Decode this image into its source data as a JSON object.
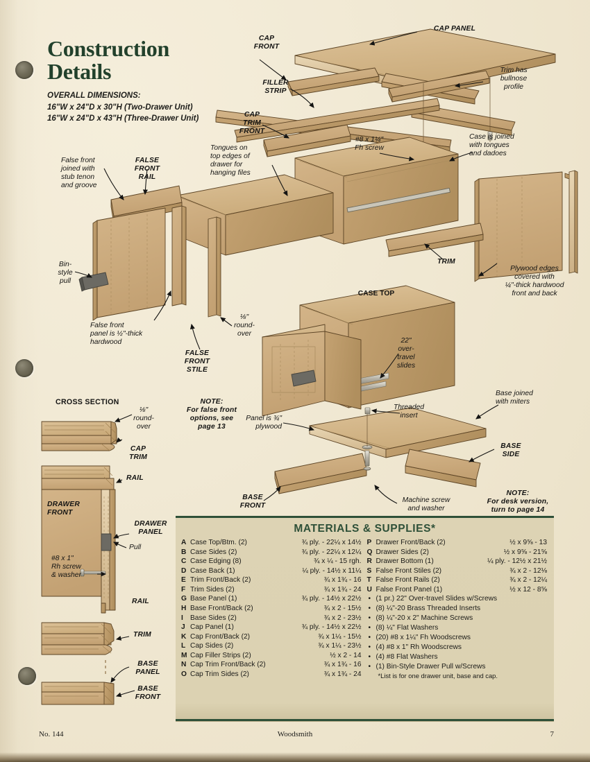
{
  "page": {
    "title_line1": "Construction",
    "title_line2": "Details",
    "dims_heading": "OVERALL DIMENSIONS:",
    "dims_line1": "16\"W x 24\"D x 30\"H (Two-Drawer Unit)",
    "dims_line2": "16\"W x 24\"D x 43\"H (Three-Drawer Unit)"
  },
  "footer": {
    "issue": "No. 144",
    "magazine": "Woodsmith",
    "page_number": "7"
  },
  "callouts": {
    "cap_panel": "CAP PANEL",
    "cap_front": "CAP\nFRONT",
    "filler_strip": "FILLER\nSTRIP",
    "cap_trim_front": "CAP\nTRIM\nFRONT",
    "trim_bullnose": "Trim has\nbullnose\nprofile",
    "fh_screw": "#8 x 1¼\"\nFh screw",
    "case_joined": "Case is joined\nwith tongues\nand dadoes",
    "tongues": "Tongues on\ntop edges of\ndrawer for\nhanging files",
    "false_front_joined": "False front\njoined with\nstub tenon\nand groove",
    "false_front_rail": "FALSE\nFRONT\nRAIL",
    "trim": "TRIM",
    "plywood_edges": "Plywood edges\ncovered with\n¼\"-thick hardwood\nfront and back",
    "bin_style_pull": "Bin-\nstyle\npull",
    "false_front_panel": "False front\npanel is ½\"-thick\nhardwood",
    "false_front_stile": "FALSE\nFRONT\nSTILE",
    "roundover_mid": "⅛\"\nround-\nover",
    "case_top": "CASE TOP",
    "overtravel_slides": "22\"\nover-\ntravel\nslides",
    "threaded_insert": "Threaded\ninsert",
    "base_joined": "Base joined\nwith miters",
    "base_side": "BASE\nSIDE",
    "panel_plywood": "Panel is ¾\"\nplywood",
    "base_front": "BASE\nFRONT",
    "machine_screw": "Machine screw\nand washer",
    "note_desk": "NOTE:\nFor desk version,\nturn to page 14",
    "cross_section": "CROSS SECTION",
    "note_false_front": "NOTE:\nFor false front\noptions, see\npage 13",
    "roundover_cs": "⅛\"\nround-\nover",
    "cap_trim": "CAP\nTRIM",
    "rail_1": "RAIL",
    "drawer_front": "DRAWER\nFRONT",
    "drawer_panel": "DRAWER\nPANEL",
    "rh_screw": "#8 x 1\"\nRh screw\n& washer",
    "pull": "Pull",
    "rail_2": "RAIL",
    "trim_cs": "TRIM",
    "base_panel_cs": "BASE\nPANEL",
    "base_front_cs": "BASE\nFRONT"
  },
  "materials": {
    "title": "MATERIALS & SUPPLIES*",
    "left": [
      {
        "key": "A",
        "name": "Case Top/Btm. (2)",
        "dim": "¾ ply. - 22¼ x 14½"
      },
      {
        "key": "B",
        "name": "Case Sides (2)",
        "dim": "¾ ply. - 22¼ x 12¼"
      },
      {
        "key": "C",
        "name": "Case Edging (8)",
        "dim": "¾ x ¼ - 15 rgh."
      },
      {
        "key": "D",
        "name": "Case Back (1)",
        "dim": "¼ ply. - 14½ x 11¼"
      },
      {
        "key": "E",
        "name": "Trim Front/Back (2)",
        "dim": "¾ x 1¾ - 16"
      },
      {
        "key": "F",
        "name": "Trim Sides (2)",
        "dim": "¾ x 1¾ - 24"
      },
      {
        "key": "G",
        "name": "Base Panel (1)",
        "dim": "¾ ply. - 14½ x 22½"
      },
      {
        "key": "H",
        "name": "Base Front/Back (2)",
        "dim": "¾ x 2 - 15½"
      },
      {
        "key": "I",
        "name": "Base Sides (2)",
        "dim": "¾ x 2 - 23½"
      },
      {
        "key": "J",
        "name": "Cap Panel (1)",
        "dim": "¾ ply. - 14½ x 22½"
      },
      {
        "key": "K",
        "name": "Cap Front/Back (2)",
        "dim": "¾ x 1¼ - 15½"
      },
      {
        "key": "L",
        "name": "Cap Sides (2)",
        "dim": "¾ x 1¼ - 23½"
      },
      {
        "key": "M",
        "name": "Cap Filler Strips (2)",
        "dim": "½ x 2 - 14"
      },
      {
        "key": "N",
        "name": "Cap Trim Front/Back (2)",
        "dim": "¾ x 1¾ - 16"
      },
      {
        "key": "O",
        "name": "Cap Trim Sides (2)",
        "dim": "¾ x 1¾ - 24"
      }
    ],
    "right": [
      {
        "key": "P",
        "name": "Drawer Front/Back (2)",
        "dim": "½ x 9⅝ - 13"
      },
      {
        "key": "Q",
        "name": "Drawer Sides (2)",
        "dim": "½ x 9⅝ - 21⅝"
      },
      {
        "key": "R",
        "name": "Drawer Bottom (1)",
        "dim": "¼ ply. - 12½ x 21½"
      },
      {
        "key": "S",
        "name": "False Front Stiles (2)",
        "dim": "¾ x 2 - 12⅛"
      },
      {
        "key": "T",
        "name": "False Front Rails (2)",
        "dim": "¾ x 2 - 12¼"
      },
      {
        "key": "U",
        "name": "False Front Panel (1)",
        "dim": "½ x 12 - 8⅝"
      }
    ],
    "bullets": [
      "(1 pr.) 22\" Over-travel Slides w/Screws",
      "(8) ¼\"-20 Brass Threaded Inserts",
      "(8) ¼\"-20 x 2\" Machine Screws",
      "(8) ¼\" Flat Washers",
      "(20) #8 x 1¼\" Fh Woodscrews",
      "(4) #8 x 1\" Rh Woodscrews",
      "(4) #8 Flat Washers",
      "(1) Bin-Style Drawer Pull w/Screws"
    ],
    "footnote": "*List is for one drawer unit, base and cap."
  },
  "colors": {
    "paper": "#f1e9d4",
    "heading_green": "#2e5038",
    "wood_light": "#d8bd92",
    "wood_mid": "#c9a874",
    "wood_dark": "#b8935e",
    "ink": "#141413",
    "pull_gray": "#6c6a63"
  }
}
